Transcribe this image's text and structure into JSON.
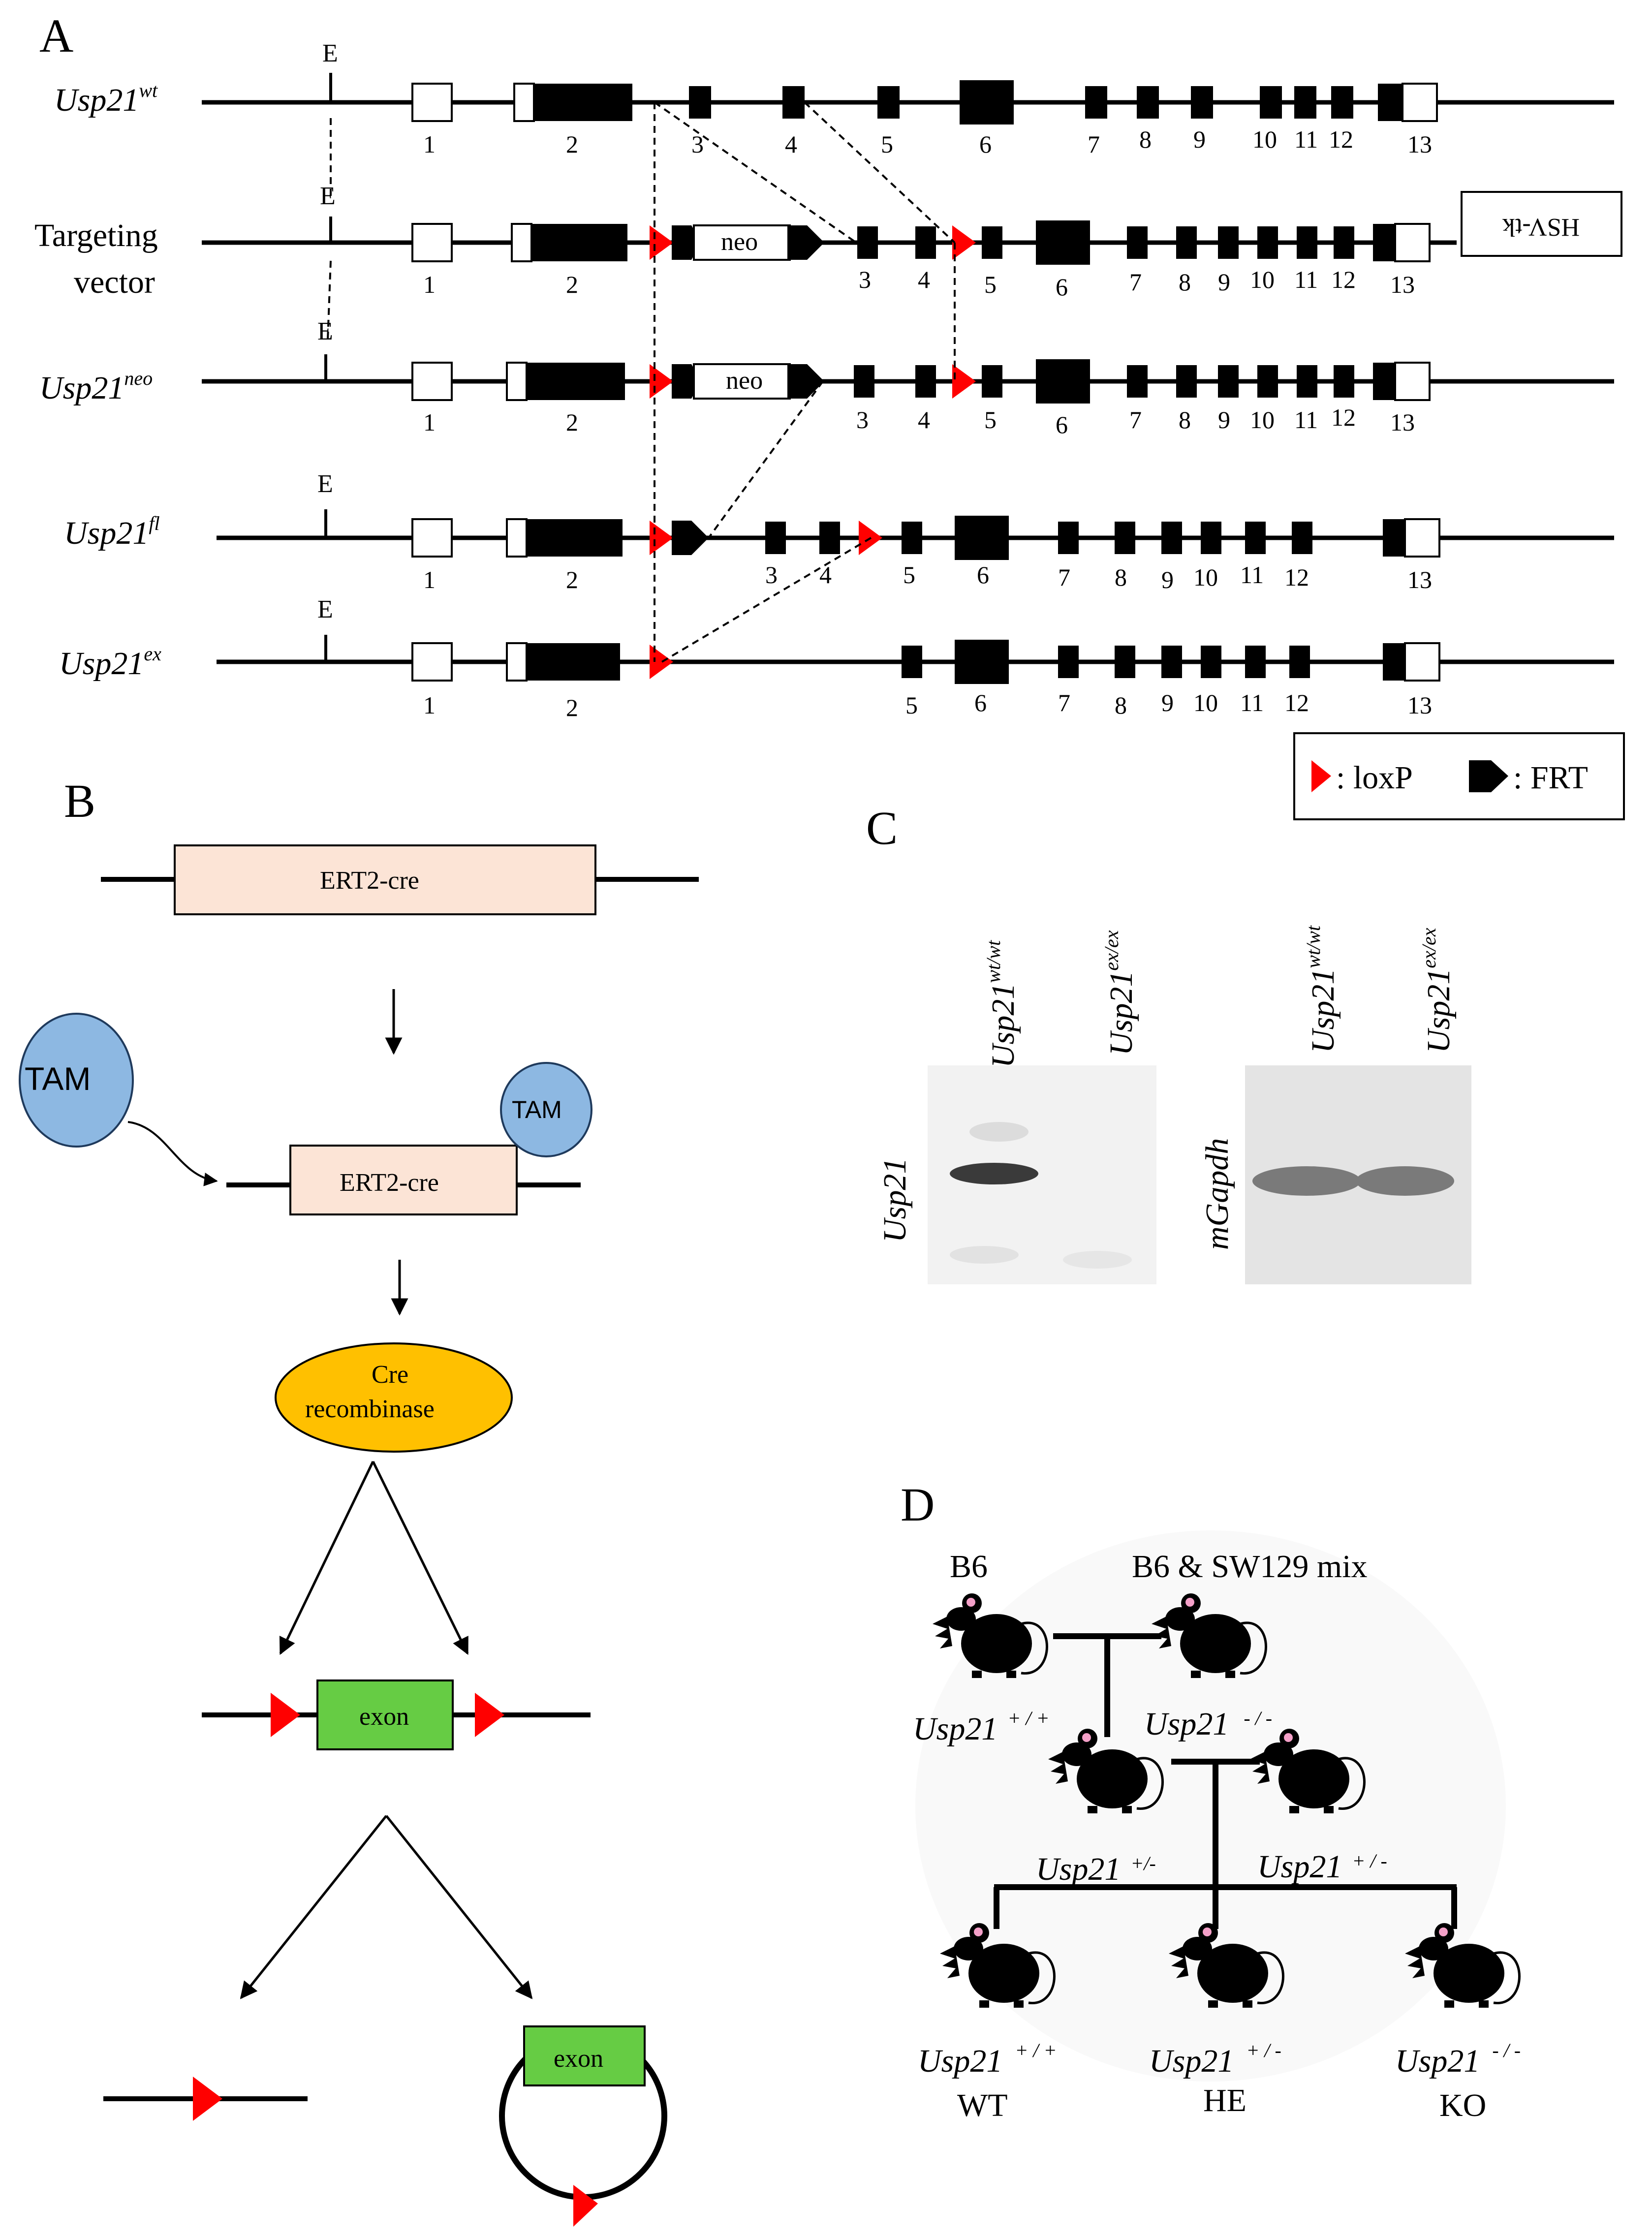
{
  "panels": {
    "a": "A",
    "b": "B",
    "c": "C",
    "d": "D"
  },
  "panel_a": {
    "alleles": [
      {
        "base": "Usp21",
        "sup": "wt"
      },
      {
        "line1": "Targeting",
        "line2": "vector"
      },
      {
        "base": "Usp21",
        "sup": "neo"
      },
      {
        "base": "Usp21",
        "sup": "fl"
      },
      {
        "base": "Usp21",
        "sup": "ex"
      }
    ],
    "ecori_label": "E",
    "neo_label": "neo",
    "hsv_label": "HSV-tk",
    "exon_numbers": [
      "1",
      "2",
      "3",
      "4",
      "5",
      "6",
      "7",
      "8",
      "9",
      "10",
      "11",
      "12",
      "13"
    ],
    "legend": {
      "loxp": ": loxP",
      "frt": ": FRT"
    }
  },
  "panel_b": {
    "construct1": "ERT2-cre",
    "tam_large": "TAM",
    "tam_small": "TAM",
    "construct2": "ERT2-cre",
    "cre_line1": "Cre",
    "cre_line2": "recombinase",
    "exon1": "exon",
    "exon2": "exon"
  },
  "panel_c": {
    "lanes": [
      {
        "base": "Usp21",
        "sup": "wt/wt"
      },
      {
        "base": "Usp21",
        "sup": "ex/ex"
      },
      {
        "base": "Usp21",
        "sup": "wt/wt"
      },
      {
        "base": "Usp21",
        "sup": "ex/ex"
      }
    ],
    "gel1_label": "Usp21",
    "gel2_label": "mGapdh"
  },
  "panel_d": {
    "strain_left": "B6",
    "strain_right": "B6 & SW129 mix",
    "gene": "Usp21",
    "genotypes": {
      "p1": "+ / +",
      "p2": "- / -",
      "f1a": "+/-",
      "f1b": "+ / -",
      "o1": "+ / +",
      "o2": "+ / -",
      "o3": "- / -"
    },
    "outcomes": [
      "WT",
      "HE",
      "KO"
    ]
  },
  "colors": {
    "loxp": "#ff0000",
    "construct_fill": "#fce4d6",
    "tam_fill": "#8db8e2",
    "cre_fill": "#ffc000",
    "exon_fill": "#66cc44",
    "gel_bg": "#e4e4e4",
    "mouse_eye": "#f4a0c8"
  }
}
